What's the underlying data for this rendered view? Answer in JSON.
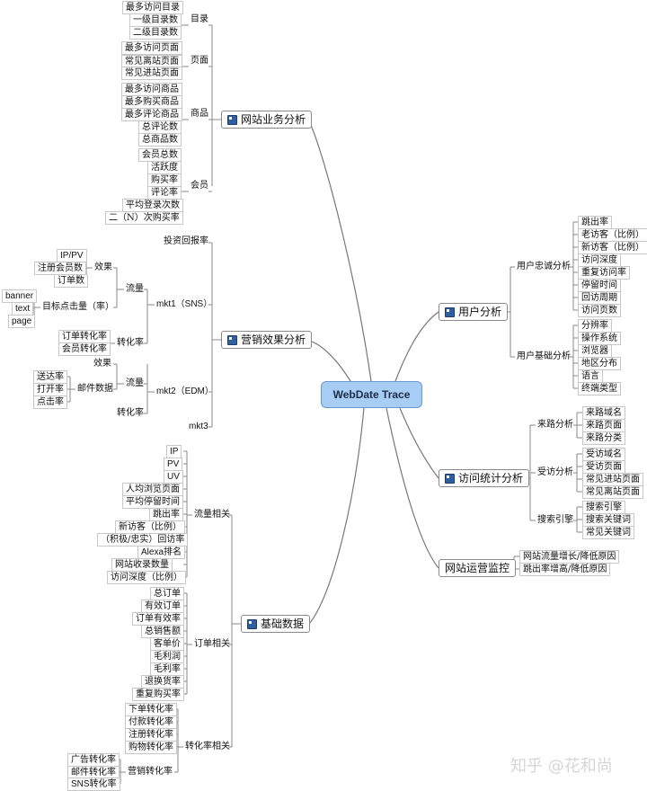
{
  "center": "WebDate Trace",
  "watermark": "知乎 @花和尚",
  "branches": {
    "site": {
      "label": "网站业务分析",
      "directory": {
        "label": "目录",
        "items": [
          "最多访问目录",
          "一级目录数",
          "二级目录数"
        ]
      },
      "page": {
        "label": "页面",
        "items": [
          "最多访问页面",
          "常见离站页面",
          "常见进站页面"
        ]
      },
      "goods": {
        "label": "商品",
        "items": [
          "最多访问商品",
          "最多购买商品",
          "最多评论商品",
          "总评论数",
          "总商品数"
        ]
      },
      "member": {
        "label": "会员",
        "items": [
          "会员总数",
          "活跃度",
          "购买率",
          "评论率",
          "平均登录次数",
          "二（N）次购买率"
        ]
      }
    },
    "marketing": {
      "label": "营销效果分析",
      "roi": "投资回报率",
      "mkt1": {
        "label": "mkt1（SNS）",
        "flow": {
          "label": "流量",
          "effect": {
            "label": "效果",
            "items": [
              "IP/PV",
              "注册会员数",
              "订单数"
            ]
          },
          "target": {
            "label": "目标点击量（率）",
            "items": [
              "banner",
              "text",
              "page"
            ]
          }
        },
        "conversion": {
          "label": "转化率",
          "items": [
            "订单转化率",
            "会员转化率"
          ]
        }
      },
      "mkt2": {
        "label": "mkt2（EDM）",
        "flow": {
          "label": "流量",
          "effect": "效果",
          "mail": {
            "label": "邮件数据",
            "items": [
              "送达率",
              "打开率",
              "点击率"
            ]
          }
        },
        "conversion": "转化率"
      },
      "mkt3": "mkt3"
    },
    "basic": {
      "label": "基础数据",
      "traffic": {
        "label": "流量相关",
        "items": [
          "IP",
          "PV",
          "UV",
          "人均浏览页面",
          "平均停留时间",
          "跳出率",
          "新访客（比例）",
          "（积极/忠实）回访率",
          "Alexa排名",
          "网站收录数量",
          "访问深度（比例）"
        ]
      },
      "order": {
        "label": "订单相关",
        "items": [
          "总订单",
          "有效订单",
          "订单有效率",
          "总销售额",
          "客单价",
          "毛利润",
          "毛利率",
          "退换货率",
          "重复购买率"
        ]
      },
      "conv": {
        "label": "转化率相关",
        "items": [
          "下单转化率",
          "付款转化率",
          "注册转化率",
          "购物转化率"
        ],
        "marketing": {
          "label": "营销转化率",
          "items": [
            "广告转化率",
            "邮件转化率",
            "SNS转化率"
          ]
        }
      }
    },
    "user": {
      "label": "用户分析",
      "loyalty": {
        "label": "用户忠诚分析",
        "items": [
          "跳出率",
          "老访客（比例）",
          "新访客（比例）",
          "访问深度",
          "重复访问率",
          "停留时间",
          "回访周期",
          "访问页数"
        ]
      },
      "basic": {
        "label": "用户基础分析",
        "items": [
          "分辨率",
          "操作系统",
          "浏览器",
          "地区分布",
          "语言",
          "终端类型"
        ]
      }
    },
    "visit": {
      "label": "访问统计分析",
      "source": {
        "label": "来路分析",
        "items": [
          "来路域名",
          "来路页面",
          "来路分类"
        ]
      },
      "visited": {
        "label": "受访分析",
        "items": [
          "受访域名",
          "受访页面",
          "常见进站页面",
          "常见离站页面"
        ]
      },
      "search": {
        "label": "搜索引擎",
        "items": [
          "搜索引擎",
          "搜索关键词",
          "常见关键词"
        ]
      }
    },
    "ops": {
      "label": "网站运营监控",
      "items": [
        "网站流量增长/降低原因",
        "跳出率增高/降低原因"
      ]
    }
  }
}
